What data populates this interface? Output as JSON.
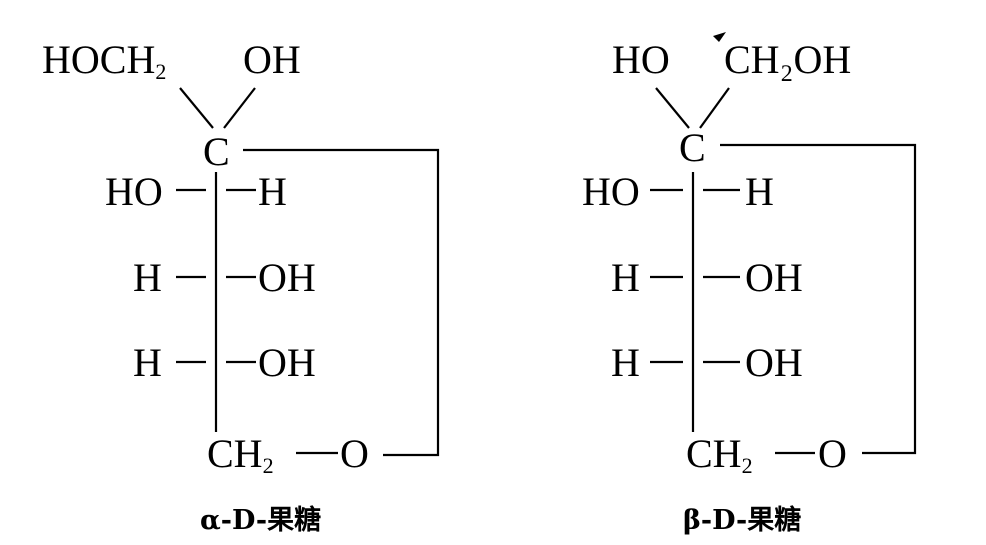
{
  "diagram_title": "",
  "structures": [
    {
      "top_left": {
        "base": "HOCH",
        "sub": "2"
      },
      "top_right": "OH",
      "anomeric_c": "C",
      "row1": {
        "left": "HO",
        "right": "H"
      },
      "row2": {
        "left": "H",
        "right": "OH"
      },
      "row3": {
        "left": "H",
        "right": "OH"
      },
      "bottom": {
        "base": "CH",
        "sub": "2",
        "oxygen": "O"
      },
      "caption": "α-D-果糖"
    },
    {
      "top_left": {
        "base": "HO",
        "sub": ""
      },
      "top_right": "CH₂OH",
      "anomeric_c": "C",
      "row1": {
        "left": "HO",
        "right": "H"
      },
      "row2": {
        "left": "H",
        "right": "OH"
      },
      "row3": {
        "left": "H",
        "right": "OH"
      },
      "bottom": {
        "base": "CH",
        "sub": "2",
        "oxygen": "O"
      },
      "caption": "β-D-果糖"
    }
  ]
}
